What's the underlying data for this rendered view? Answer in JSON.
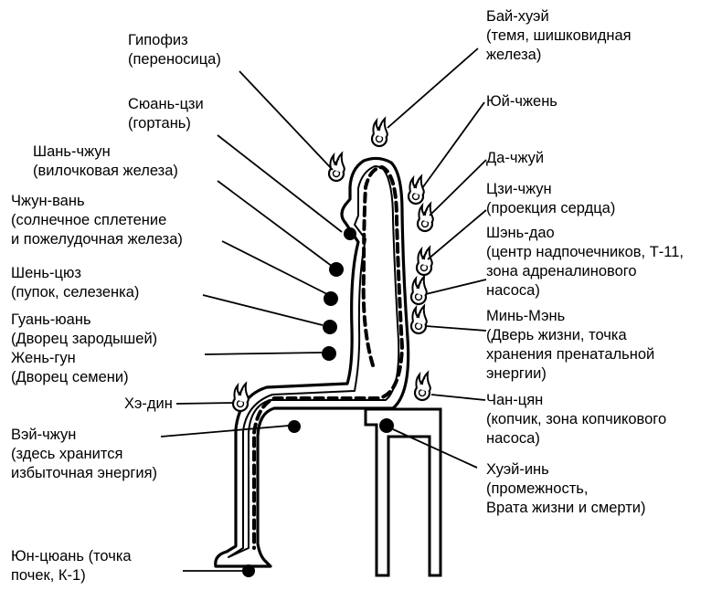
{
  "labels": {
    "gipofiz": [
      "Гипофиз",
      "(переносица)"
    ],
    "syuan": [
      "Сюань-цзи",
      "(гортань)"
    ],
    "shan": [
      "Шань-чжун",
      "(вилочковая железа)"
    ],
    "chzhun": [
      "Чжун-вань",
      "(солнечное сплетение",
      "и пожелудочная железа)"
    ],
    "shen": [
      "Шень-цюз",
      "(пупок, селезенка)"
    ],
    "guan": [
      "Гуань-юань",
      "(Дворец зародышей)",
      "Жень-гун",
      "(Дворец семени)"
    ],
    "hedin": [
      "Хэ-дин"
    ],
    "vey": [
      "Вэй-чжун",
      "(здесь хранится",
      "избыточная энергия)"
    ],
    "yun": [
      "Юн-цюань (точка",
      "почек, К-1)"
    ],
    "bay": [
      "Бай-хуэй",
      "(темя, шишковидная",
      "железа)"
    ],
    "yuy": [
      "Юй-чжень"
    ],
    "da": [
      "Да-чжуй"
    ],
    "tszi": [
      "Цзи-чжун",
      "(проекция сердца)"
    ],
    "shendao": [
      "Шэнь-дао",
      "(центр надпочечников, Т-11,",
      "зона адреналинового",
      "насоса)"
    ],
    "min": [
      "Минь-Мэнь",
      "(Дверь жизни, точка",
      "хранения пренатальной",
      "энергии)"
    ],
    "chan": [
      "Чан-цян",
      "(копчик, зона копчикового",
      "насоса)"
    ],
    "huey": [
      "Хуэй-инь",
      "(промежность,",
      "Врата жизни и смерти)"
    ]
  }
}
